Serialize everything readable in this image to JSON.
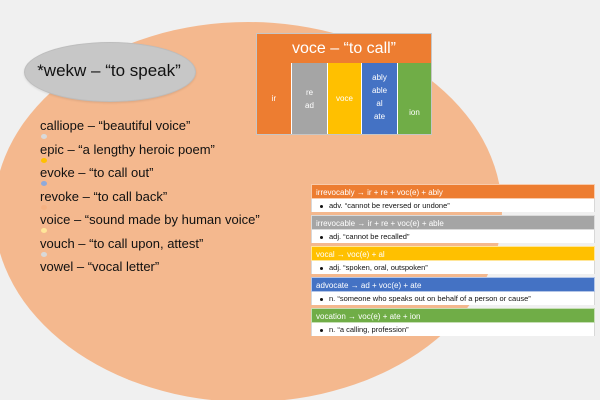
{
  "root": {
    "text": "*wekw – “to speak”"
  },
  "words": [
    {
      "text": "calliope – “beautiful voice”",
      "dot_color": "#d9d9d9"
    },
    {
      "text": "epic – “a lengthy heroic poem”",
      "dot_color": "#ffc000"
    },
    {
      "text": "evoke – “to call out”",
      "dot_color": "#8eaadb"
    },
    {
      "text": "revoke – “to call back”",
      "dot_color": "#f4b183"
    },
    {
      "text": "voice – “sound made by human voice”",
      "dot_color": "#ffe699"
    },
    {
      "text": "vouch – “to call upon, attest”",
      "dot_color": "#d9d9d9"
    },
    {
      "text": "vowel – “vocal letter”",
      "dot_color": "#f4b183"
    }
  ],
  "voce_box": {
    "title": "voce – “to call”",
    "cells": [
      {
        "lines": [
          "ir"
        ],
        "color": "#ed7d31"
      },
      {
        "lines": [
          "re",
          "ad"
        ],
        "color": "#a5a5a5"
      },
      {
        "lines": [
          "voce"
        ],
        "color": "#ffc000"
      },
      {
        "lines": [
          "ably",
          "able",
          "al",
          "ate"
        ],
        "color": "#4472c4"
      },
      {
        "lines": [
          "ion"
        ],
        "color": "#70ad47"
      }
    ]
  },
  "derivations": [
    {
      "header": "irrevocably → ir + re + voc(e) + ably",
      "definition": "adv. “cannot be reversed or undone”",
      "color": "#ed7d31"
    },
    {
      "header": "irrevocable → ir + re + voc(e) + able",
      "definition": "adj. “cannot be recalled”",
      "color": "#a5a5a5"
    },
    {
      "header": "vocal → voc(e) + al",
      "definition": "adj. “spoken, oral, outspoken”",
      "color": "#ffc000"
    },
    {
      "header": "advocate → ad + voc(e) + ate",
      "definition": "n. “someone who speaks out on behalf of a person or cause”",
      "color": "#4472c4"
    },
    {
      "header": "vocation → voc(e) + ate + ion",
      "definition": "n. “a calling, profession”",
      "color": "#70ad47"
    }
  ]
}
